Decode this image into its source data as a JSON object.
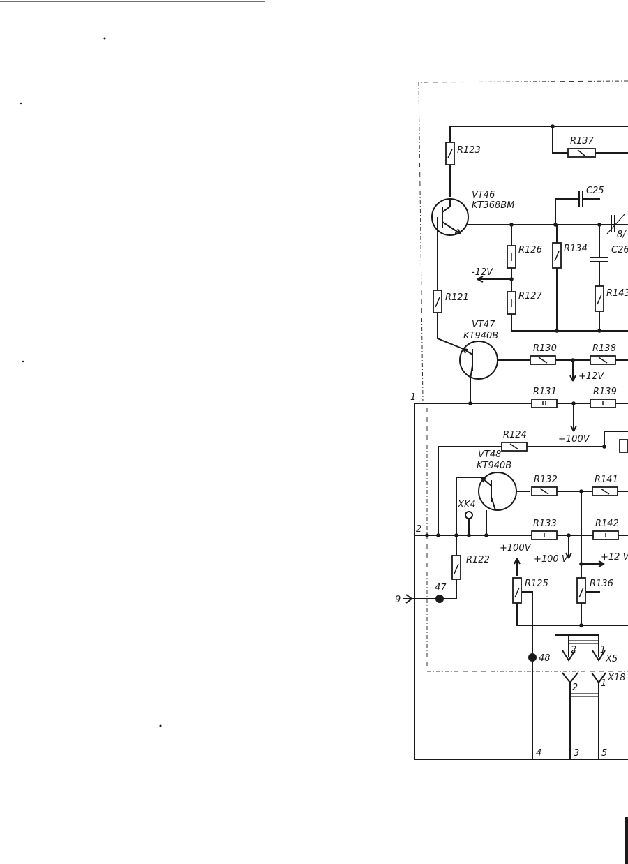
{
  "resistors": {
    "r123": "R123",
    "r137": "R137",
    "r126": "R126",
    "r134": "R134",
    "r143": "R143",
    "r121": "R121",
    "r127": "R127",
    "r130": "R130",
    "r138": "R138",
    "r131": "R131",
    "r139": "R139",
    "r124": "R124",
    "r132": "R132",
    "r141": "R141",
    "r133": "R133",
    "r142": "R142",
    "r122": "R122",
    "r125": "R125",
    "r136": "R136"
  },
  "capacitors": {
    "c25": "C25",
    "c26": "C26"
  },
  "transistors": {
    "vt46_ref": "VT46",
    "vt46_type": "KT368BM",
    "vt47_ref": "VT47",
    "vt47_type": "KT940B",
    "vt48_ref": "VT48",
    "vt48_type": "KT940B"
  },
  "supplies": {
    "minus12": "-12V",
    "plus12_a": "+12V",
    "plus100_a": "+100V",
    "plus100_b": "+100V",
    "plus100_c": "+100 V",
    "plus12_b": "+12 V"
  },
  "connectors": {
    "xk4": "XK4",
    "x5": "X5",
    "x18": "X18",
    "x5_pin2": "2",
    "x5_pin1": "1",
    "x18_pin2": "2",
    "x18_pin1": "1"
  },
  "nodes": {
    "n47": "47",
    "n48": "48"
  },
  "lines": {
    "l1": "1",
    "l2": "2",
    "l9": "9",
    "l4": "4",
    "l3": "3",
    "l5": "5"
  },
  "partial": {
    "cut_8": "8/"
  }
}
